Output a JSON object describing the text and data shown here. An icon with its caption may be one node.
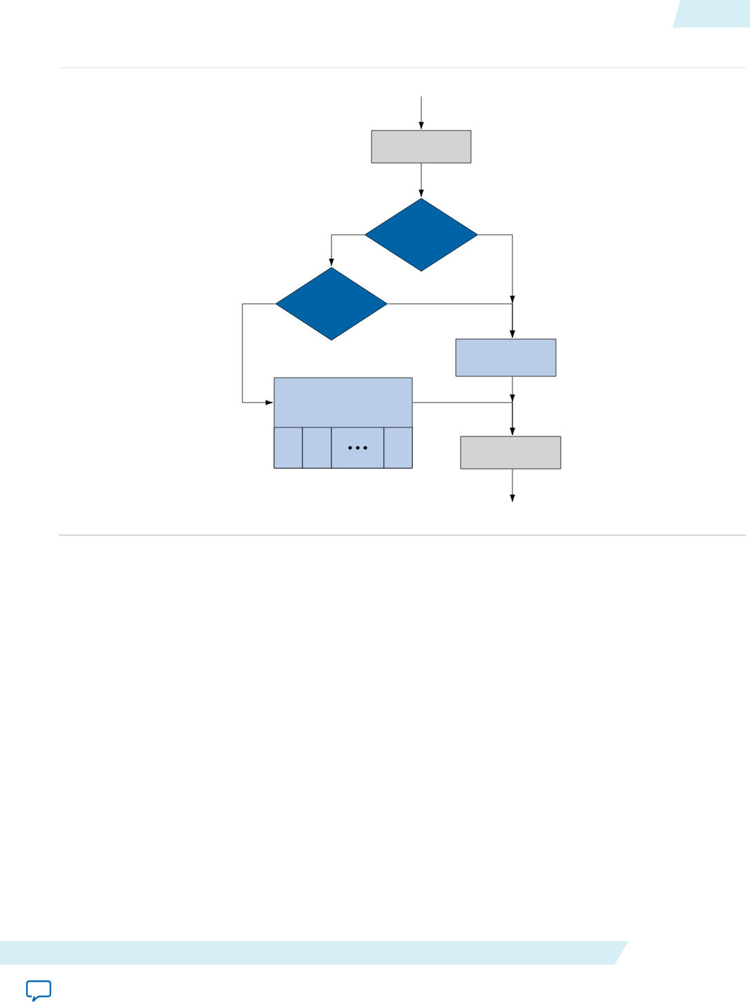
{
  "diagram": {
    "nodes": [
      {
        "text": [],
        "shape": "box"
      },
      {
        "text": [],
        "shape": "diamond"
      },
      {
        "text": [],
        "shape": "diamond"
      },
      {
        "text": [],
        "shape": "box"
      },
      {
        "text": [],
        "shape": "box"
      },
      {
        "text": [],
        "shape": "box",
        "in": 4
      },
      {
        "text": [],
        "shape": "box",
        "in": 4
      },
      {
        "text": [],
        "shape": "box",
        "in": 4
      },
      {
        "text": [],
        "shape": "box",
        "in": 4
      },
      {
        "text": [],
        "shape": "box"
      }
    ],
    "edges": [
      {
        "from": null,
        "to": 0,
        "arrow": "to"
      },
      {
        "from": 0,
        "to": 1,
        "arrow": "to"
      },
      {
        "from": 1,
        "to": 2,
        "arrow": "to"
      },
      {
        "from": 1,
        "to": 3,
        "arrow": "to"
      },
      {
        "from": 2,
        "to": 3,
        "arrow": "to"
      },
      {
        "from": 2,
        "to": 4,
        "arrow": "to"
      },
      {
        "from": 4,
        "to": 9,
        "arrow": "to"
      },
      {
        "from": 3,
        "to": 9,
        "arrow": "to"
      },
      {
        "from": 9,
        "to": null,
        "arrow": "to"
      }
    ]
  }
}
